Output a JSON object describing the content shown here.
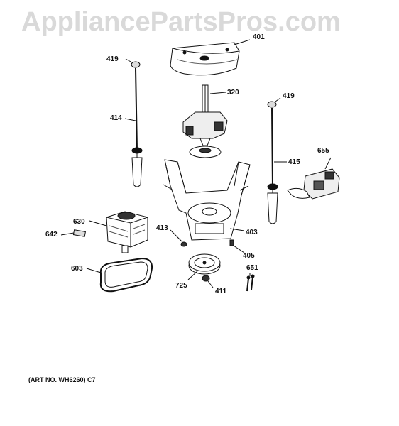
{
  "watermark": "AppliancePartsPros.com",
  "art_number": "(ART NO. WH6260) C7",
  "callouts": {
    "c401": "401",
    "c419a": "419",
    "c320": "320",
    "c419b": "419",
    "c414": "414",
    "c415": "415",
    "c655": "655",
    "c630": "630",
    "c642": "642",
    "c413": "413",
    "c403": "403",
    "c405": "405",
    "c603": "603",
    "c651": "651",
    "c725": "725",
    "c411": "411"
  },
  "colors": {
    "line": "#111111",
    "watermark": "#d9d9d9",
    "background": "#ffffff"
  }
}
